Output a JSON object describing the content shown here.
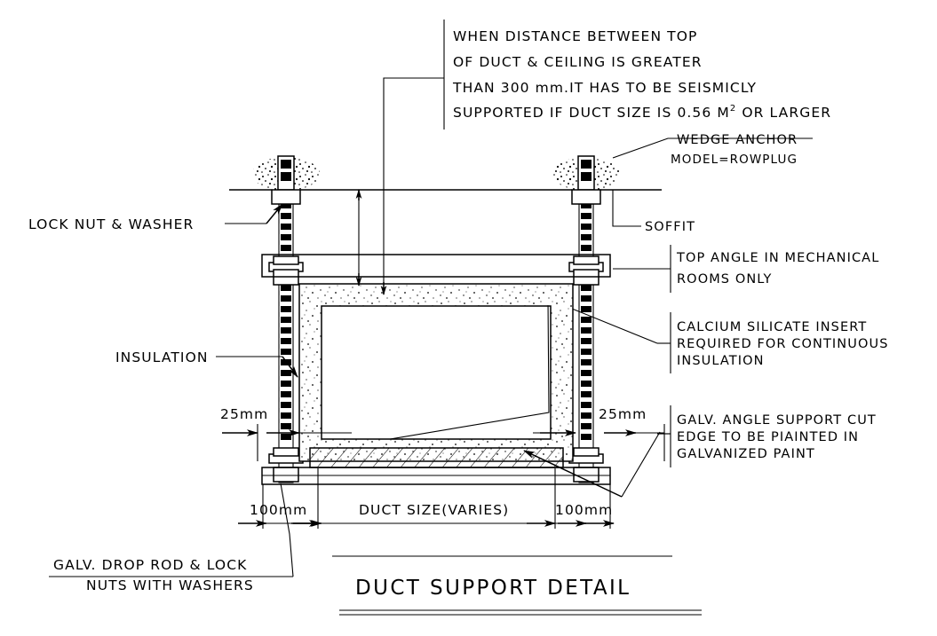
{
  "drawing": {
    "title": "DUCT SUPPORT DETAIL",
    "seismic_note": {
      "line1": "WHEN  DISTANCE  BETWEEN  TOP",
      "line2": "OF  DUCT  &  CEILING  IS  GREATER",
      "line3": "THAN  300  mm.IT  HAS  TO  BE  SEISMICLY",
      "line4_a": "SUPPORTED  IF  DUCT  SIZE  IS  0.56  M",
      "line4_sup": "2",
      "line4_b": "  OR  LARGER"
    },
    "labels": {
      "wedge_anchor": "WEDGE  ANCHOR",
      "wedge_anchor_model": "MODEL=ROWPLUG",
      "soffit": "SOFFIT",
      "top_angle_l1": "TOP  ANGLE  IN  MECHANICAL",
      "top_angle_l2": "ROOMS  ONLY",
      "calcium_l1": "CALCIUM  SILICATE  INSERT",
      "calcium_l2": "REQUIRED  FOR  CONTINUOUS",
      "calcium_l3": "INSULATION",
      "galv_angle_l1": "GALV.  ANGLE  SUPPORT  CUT",
      "galv_angle_l2": "EDGE  TO  BE  PIAINTED  IN",
      "galv_angle_l3": "GALVANIZED  PAINT",
      "lock_nut_washer": "LOCK  NUT  &  WASHER",
      "insulation": "INSULATION",
      "drop_rod_l1": "GALV.  DROP  ROD  &  LOCK",
      "drop_rod_l2": "NUTS  WITH  WASHERS"
    },
    "dimensions": {
      "left_gap": "25mm",
      "right_gap": "25mm",
      "left_overhang": "100mm",
      "right_overhang": "100mm",
      "duct_size": "DUCT  SIZE(VARIES)"
    },
    "colors": {
      "ink": "#000000",
      "paper": "#ffffff"
    }
  }
}
